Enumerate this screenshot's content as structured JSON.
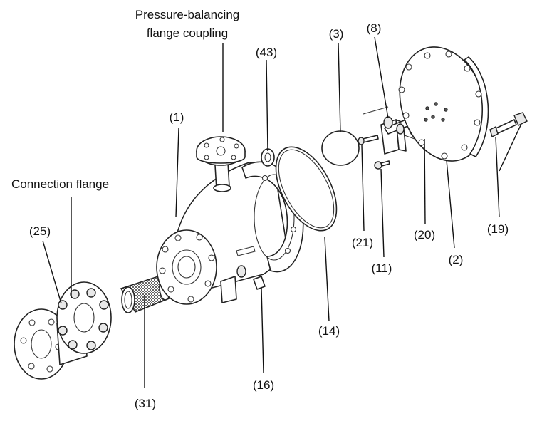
{
  "labels": {
    "pressure_balancing_flange_coupling": [
      "Pressure-balancing",
      "flange coupling"
    ],
    "connection_flange": "Connection flange",
    "part_1": "(1)",
    "part_2": "(2)",
    "part_3": "(3)",
    "part_8": "(8)",
    "part_11": "(11)",
    "part_14": "(14)",
    "part_16": "(16)",
    "part_19": "(19)",
    "part_20": "(20)",
    "part_21": "(21)",
    "part_25": "(25)",
    "part_31": "(31)",
    "part_43": "(43)"
  }
}
